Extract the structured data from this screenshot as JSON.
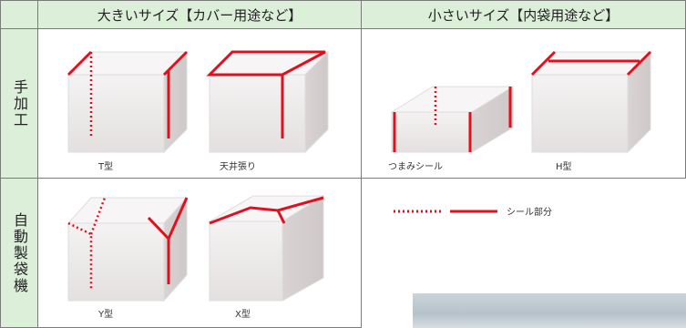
{
  "headers": {
    "large": "大きいサイズ【カバー用途など】",
    "small": "小さいサイズ【内袋用途など】"
  },
  "rows": {
    "manual": "手加工",
    "machine": "自動製袋機"
  },
  "captions": {
    "t_type": "T型",
    "ceiling": "天井張り",
    "tsumami": "つまみシール",
    "h_type": "H型",
    "y_type": "Y型",
    "x_type": "X型"
  },
  "legend": {
    "label": "シール部分"
  },
  "colors": {
    "header_bg": "#dcefd9",
    "seal_red": "#e0101e",
    "box_face": "#e8e4e4"
  }
}
